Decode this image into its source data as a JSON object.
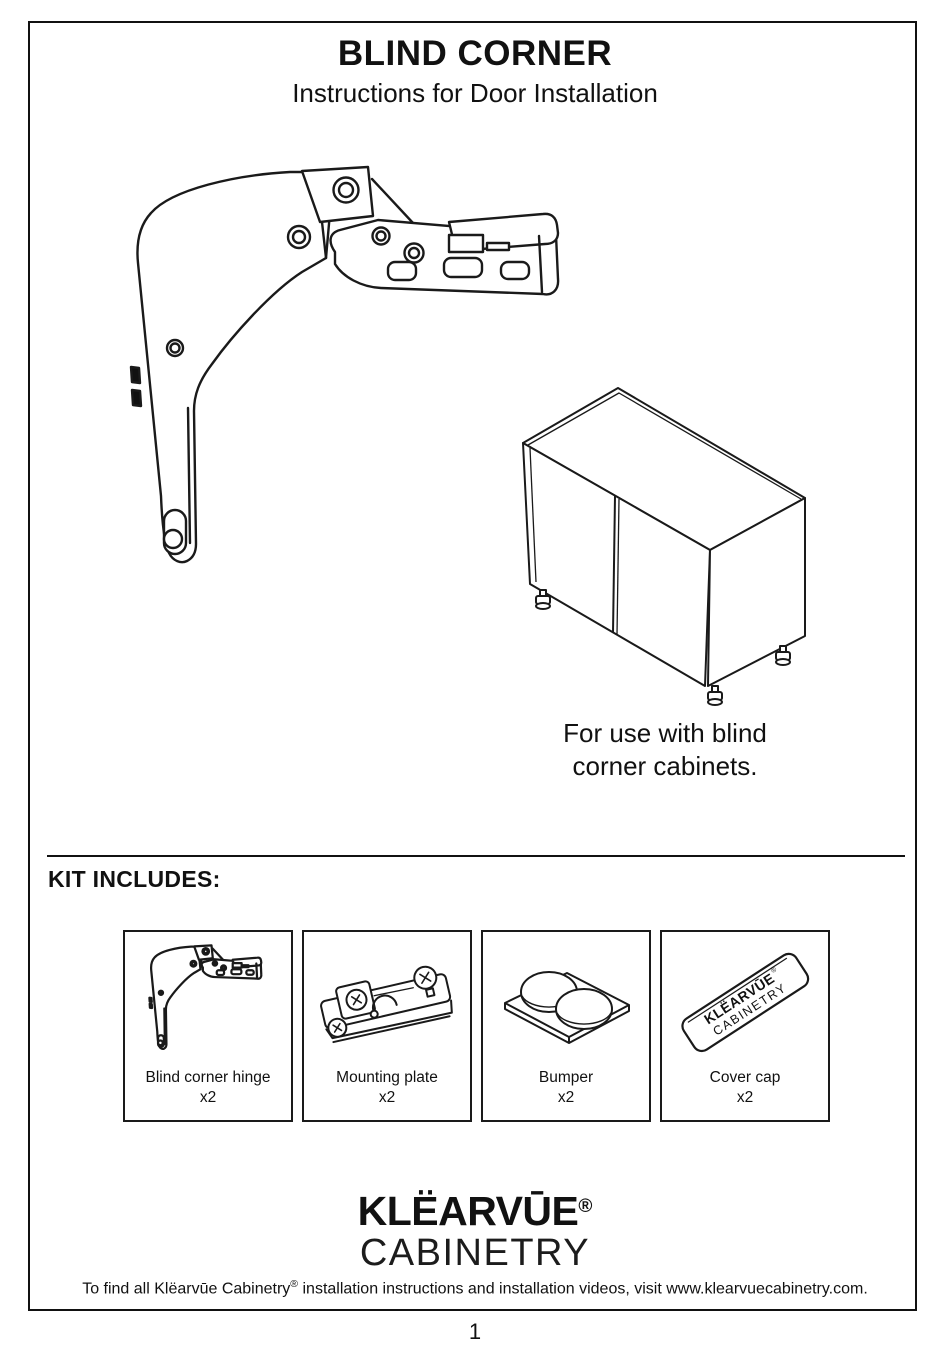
{
  "page": {
    "title": "BLIND CORNER",
    "subtitle": "Instructions for Door Installation",
    "page_number": "1"
  },
  "cabinet_note": {
    "line1": "For use with blind",
    "line2": "corner cabinets."
  },
  "kit": {
    "heading": "KIT INCLUDES:",
    "items": [
      {
        "label": "Blind corner hinge",
        "qty": "x2",
        "icon": "blind-corner-hinge-drawing"
      },
      {
        "label": "Mounting plate",
        "qty": "x2",
        "icon": "mounting-plate-drawing"
      },
      {
        "label": "Bumper",
        "qty": "x2",
        "icon": "bumper-drawing"
      },
      {
        "label": "Cover cap",
        "qty": "x2",
        "icon": "cover-cap-drawing"
      }
    ]
  },
  "cover_cap_print": {
    "brand": "KLËARVŪE",
    "registered": "®",
    "sub": "CABINETRY"
  },
  "logo": {
    "brand": "KLËARVŪE",
    "registered": "®",
    "sub": "CABINETRY"
  },
  "footer": {
    "before": "To find all Klëarvūe Cabinetry",
    "registered": "®",
    "after": " installation instructions and installation videos, visit www.klearvuecabinetry.com."
  },
  "colors": {
    "ink": "#111111",
    "paper": "#ffffff"
  }
}
